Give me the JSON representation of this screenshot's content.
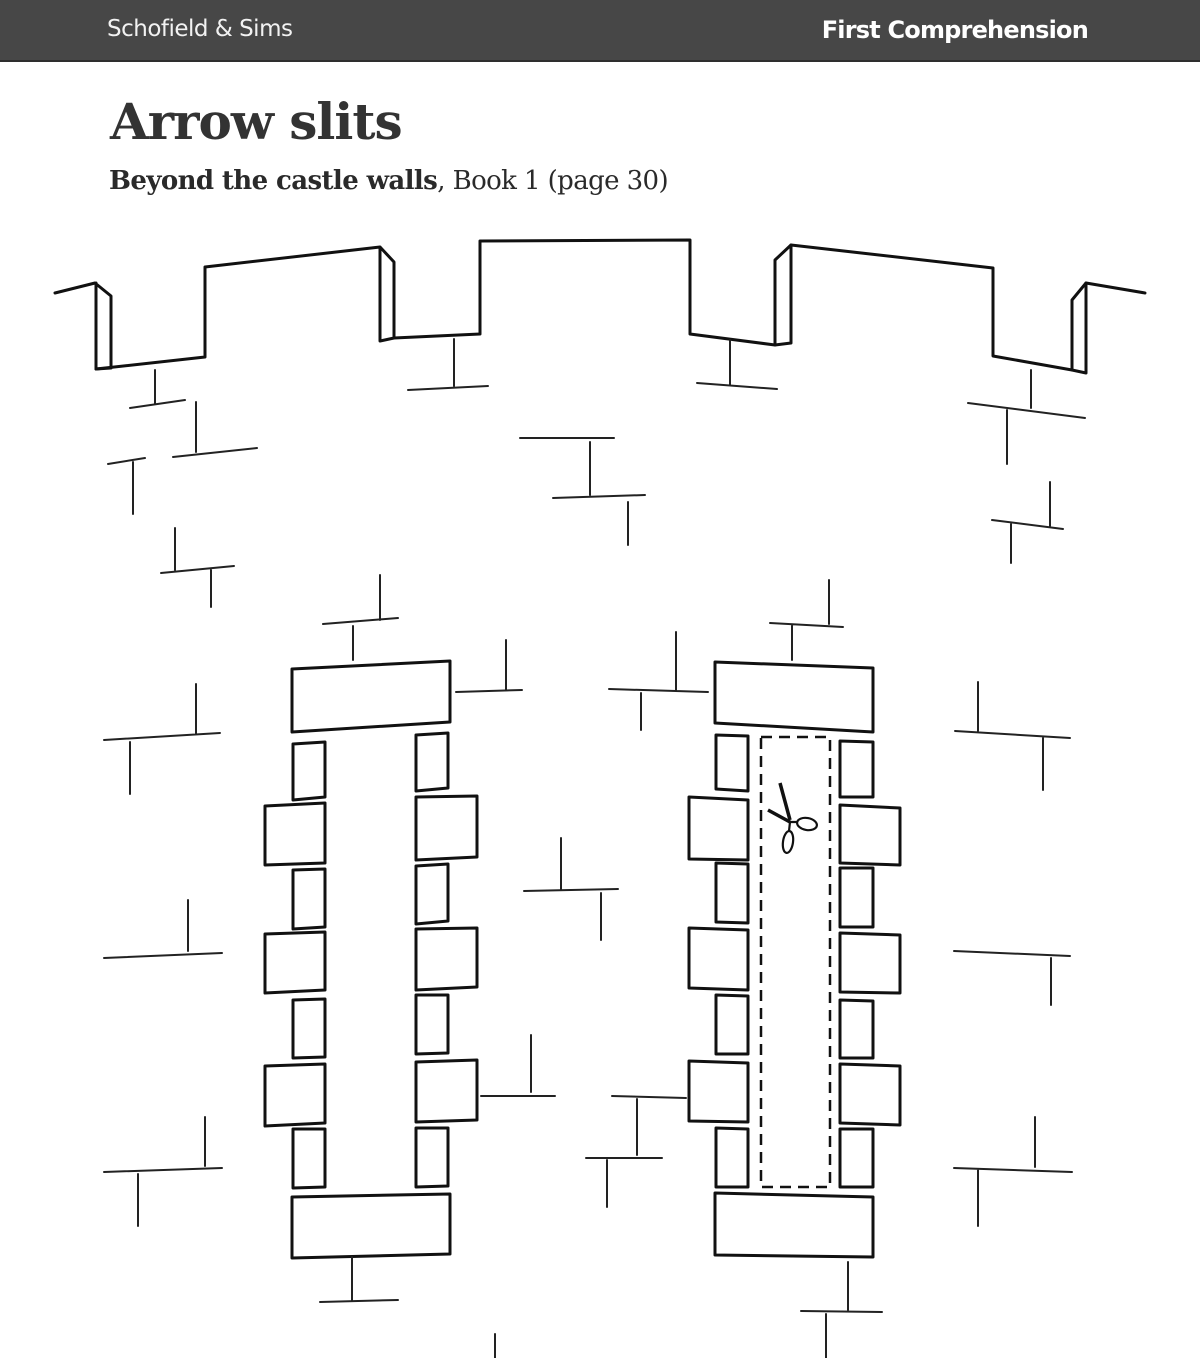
{
  "header": {
    "publisher": "Schofield & Sims",
    "series": "First Comprehension",
    "background_color": "#474747"
  },
  "page": {
    "title": "Arrow slits",
    "subtitle_book": "Beyond the castle walls",
    "subtitle_rest": ", Book 1 (page 30)"
  },
  "illustration": {
    "description": "Line drawing of a castle wall with battlements and two arrow slits",
    "cut_icon": "scissors-icon",
    "cut_line_style": "dashed"
  }
}
